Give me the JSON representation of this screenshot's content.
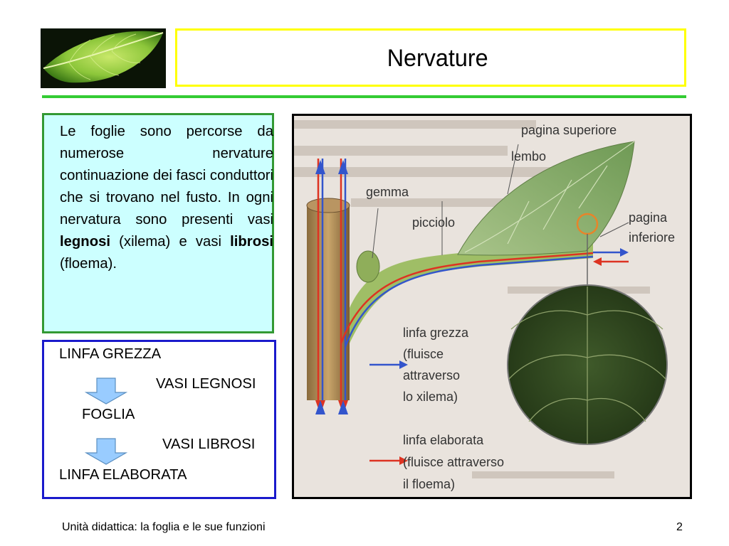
{
  "slide": {
    "title": "Nervature",
    "footer_left": "Unità didattica: la foglia e le sue funzioni",
    "page_number": "2"
  },
  "text_box": {
    "p1": "Le foglie sono percorse da numerose nervature continuazione dei fasci conduttori che si trovano nel fusto. In ogni nervatura sono presenti vasi ",
    "bold1": "legnosi",
    "p2": " (xilema) e vasi ",
    "bold2": "librosi",
    "p3": " (floema)."
  },
  "flow": {
    "line1": "LINFA GREZZA",
    "vessel1": "VASI LEGNOSI",
    "line2": "FOGLIA",
    "vessel2": "VASI LIBROSI",
    "line3": "LINFA ELABORATA"
  },
  "figure": {
    "pagina_superiore": "pagina superiore",
    "lembo": "lembo",
    "gemma": "gemma",
    "pagina": "pagina",
    "inferiore": "inferiore",
    "picciolo": "picciolo",
    "grezza_1": "linfa grezza",
    "grezza_2": "(fluisce",
    "grezza_3": "attraverso",
    "grezza_4": "lo xilema)",
    "elaborata_1": "linfa elaborata",
    "elaborata_2": "(fluisce attraverso",
    "elaborata_3": "il floema)"
  },
  "colors": {
    "title_border": "#ffff00",
    "rule": "#33cc33",
    "text_box_border": "#339933",
    "text_box_bg": "#ccffff",
    "flow_box_border": "#1a1acc",
    "arrow_fill": "#99ccff",
    "xylem_arrow": "#3355cc",
    "phloem_arrow": "#dd3322"
  },
  "icons": {
    "logo": "leaf-photo",
    "arrows": "down-arrow-icon"
  }
}
